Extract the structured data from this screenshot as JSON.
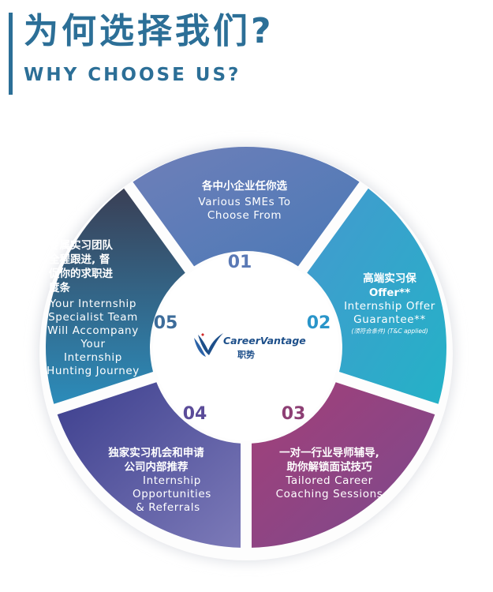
{
  "header": {
    "title_cn": "为何选择我们?",
    "title_en": "WHY CHOOSE US?"
  },
  "segments": [
    {
      "number": "01",
      "cn": "各中小企业任你选",
      "en_lines": [
        "Various SMEs To",
        "Choose From"
      ],
      "color": "#5c7ab4"
    },
    {
      "number": "02",
      "cn_lines": [
        "高端实习保",
        "Offer**"
      ],
      "en_lines": [
        "Internship Offer",
        "Guarantee**"
      ],
      "note_cn": "(须符合条件)",
      "note_en": "(T&C applied)",
      "color": "#2aa7c7"
    },
    {
      "number": "03",
      "cn_lines": [
        "一对一行业导师辅导,",
        "助你解锁面试技巧"
      ],
      "en_lines": [
        "Tailored Career",
        "Coaching Sessions"
      ],
      "color": "#8e4580"
    },
    {
      "number": "04",
      "cn_lines": [
        "独家实习机会和申请",
        "公司内部推荐"
      ],
      "en_lines": [
        "Internship",
        "Opportunities",
        "& Referrals"
      ],
      "color": "#5a4d9a"
    },
    {
      "number": "05",
      "cn_lines": [
        "专属实习团队",
        "全程跟进, 督",
        "促你的求职进",
        "度条"
      ],
      "en_lines": [
        "Your Internship",
        "Specialist Team",
        "Will Accompany",
        "Your",
        "Internship",
        "Hunting Journey"
      ],
      "color": "#2f7b9b"
    }
  ],
  "logo": {
    "name": "CareerVantage",
    "sub": "职势",
    "icon": "cv-logo-icon"
  }
}
